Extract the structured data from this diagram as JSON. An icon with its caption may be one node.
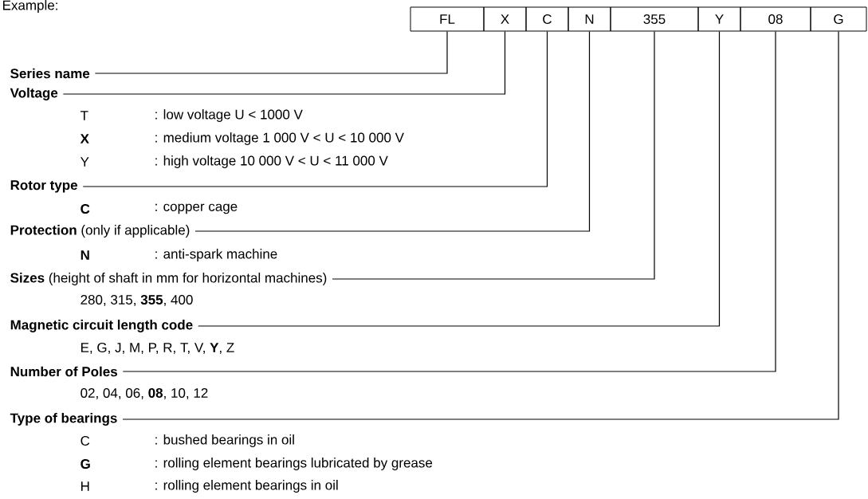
{
  "diagram": {
    "nodes": [
      {
        "text": [
          "FL"
        ]
      },
      {
        "text": [
          "X"
        ]
      },
      {
        "text": [
          "C"
        ]
      },
      {
        "text": [
          "N"
        ]
      },
      {
        "text": [
          "355"
        ]
      },
      {
        "text": [
          "Y"
        ]
      },
      {
        "text": [
          "08"
        ]
      },
      {
        "text": [
          "G"
        ]
      },
      {
        "text": [
          "Series name"
        ]
      },
      {
        "text": [
          "Voltage"
        ]
      },
      {
        "text": [
          "Rotor type"
        ]
      },
      {
        "text": [
          "**Protection** (only if applicable)"
        ]
      },
      {
        "text": [
          "**Sizes** (height of shaft in mm for horizontal machines)"
        ]
      },
      {
        "text": [
          "Magnetic circuit length code"
        ]
      },
      {
        "text": [
          "Number of Poles"
        ]
      },
      {
        "text": [
          "Type of bearings"
        ]
      }
    ],
    "edges": [
      {
        "from": 8,
        "to": 0,
        "arrow": "none"
      },
      {
        "from": 9,
        "to": 1,
        "arrow": "none"
      },
      {
        "from": 10,
        "to": 2,
        "arrow": "none"
      },
      {
        "from": 11,
        "to": 3,
        "arrow": "none"
      },
      {
        "from": 12,
        "to": 4,
        "arrow": "none"
      },
      {
        "from": 13,
        "to": 5,
        "arrow": "none"
      },
      {
        "from": 14,
        "to": 6,
        "arrow": "none"
      },
      {
        "from": 15,
        "to": 7,
        "arrow": "none"
      }
    ],
    "labels": [
      "Example:",
      "T",
      ": low voltage U < 1000 V",
      "X",
      ": medium voltage 1 000 V < U < 10 000 V",
      "Y",
      ": high voltage 10 000 V < U < 11 000 V",
      "C",
      ": copper cage",
      "N",
      ": anti-spark machine",
      "280, 315, **355**, 400",
      "E, G, J, M, P, R, T, V, **Y**, Z",
      "02, 04, 06, **08**, 10, 12",
      "C",
      ": bushed bearings in oil",
      "G",
      ": rolling element bearings lubricated by grease",
      "H",
      ": rolling element bearings in oil"
    ]
  }
}
